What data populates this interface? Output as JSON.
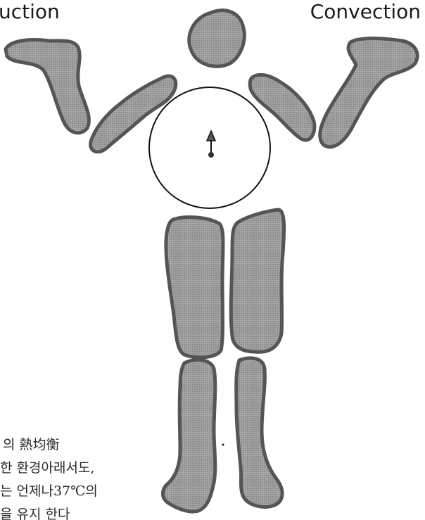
{
  "labels": {
    "left": "uction",
    "right": "Convection"
  },
  "caption": {
    "line1": "의 熱均衡",
    "line2": "한 환경아래서도,",
    "line3": "는 언제나37℃의",
    "line4": "을 유지 한다"
  },
  "colors": {
    "limb_fill": "#8a8a8a",
    "limb_outline": "#555555",
    "line": "#111111"
  }
}
